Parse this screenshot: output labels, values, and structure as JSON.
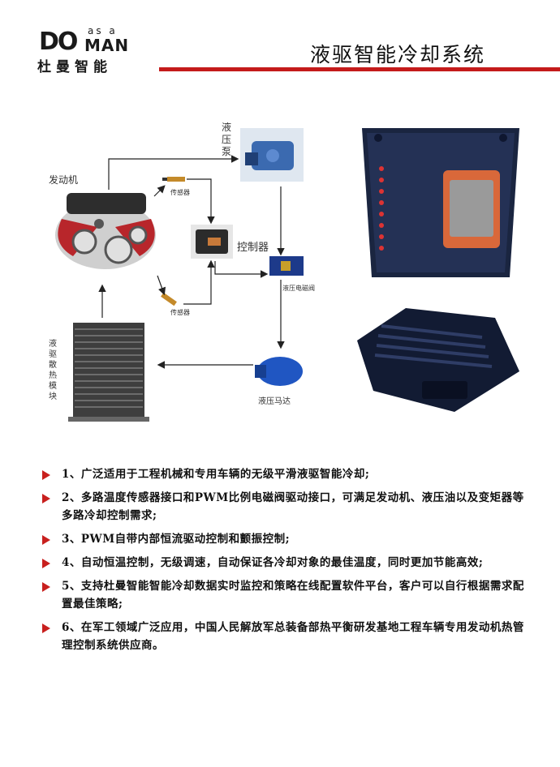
{
  "header": {
    "logo_do": "DO",
    "logo_asa": "as a",
    "logo_man": "MAN",
    "logo_cn": "杜曼智能",
    "title": "液驱智能冷却系统"
  },
  "diagram": {
    "engine": "发动机",
    "sensor_1": "传感器",
    "pump": "液压泵",
    "controller": "控制器",
    "solenoid_valve": "液压电磁阀",
    "sensor_2": "传感器",
    "motor": "液压马达",
    "radiator": "液驱散热模块"
  },
  "features": [
    "1、广泛适用于工程机械和专用车辆的无级平滑液驱智能冷却;",
    "2、多路温度传感器接口和PWM比例电磁阀驱动接口，可满足发动机、液压油以及变矩器等多路冷却控制需求;",
    "3、PWM自带内部恒流驱动控制和颤振控制;",
    "4、自动恒温控制，无级调速，自动保证各冷却对象的最佳温度，同时更加节能高效;",
    "5、支持杜曼智能智能冷却数据实时监控和策略在线配置软件平台，客户可以自行根据需求配置最佳策略;",
    "6、在军工领域广泛应用，中国人民解放军总装备部热平衡研发基地工程车辆专用发动机热管理控制系统供应商。"
  ],
  "colors": {
    "accent_red": "#c41b1b",
    "bullet_red": "#c8201e",
    "navy": "#1a2540"
  }
}
